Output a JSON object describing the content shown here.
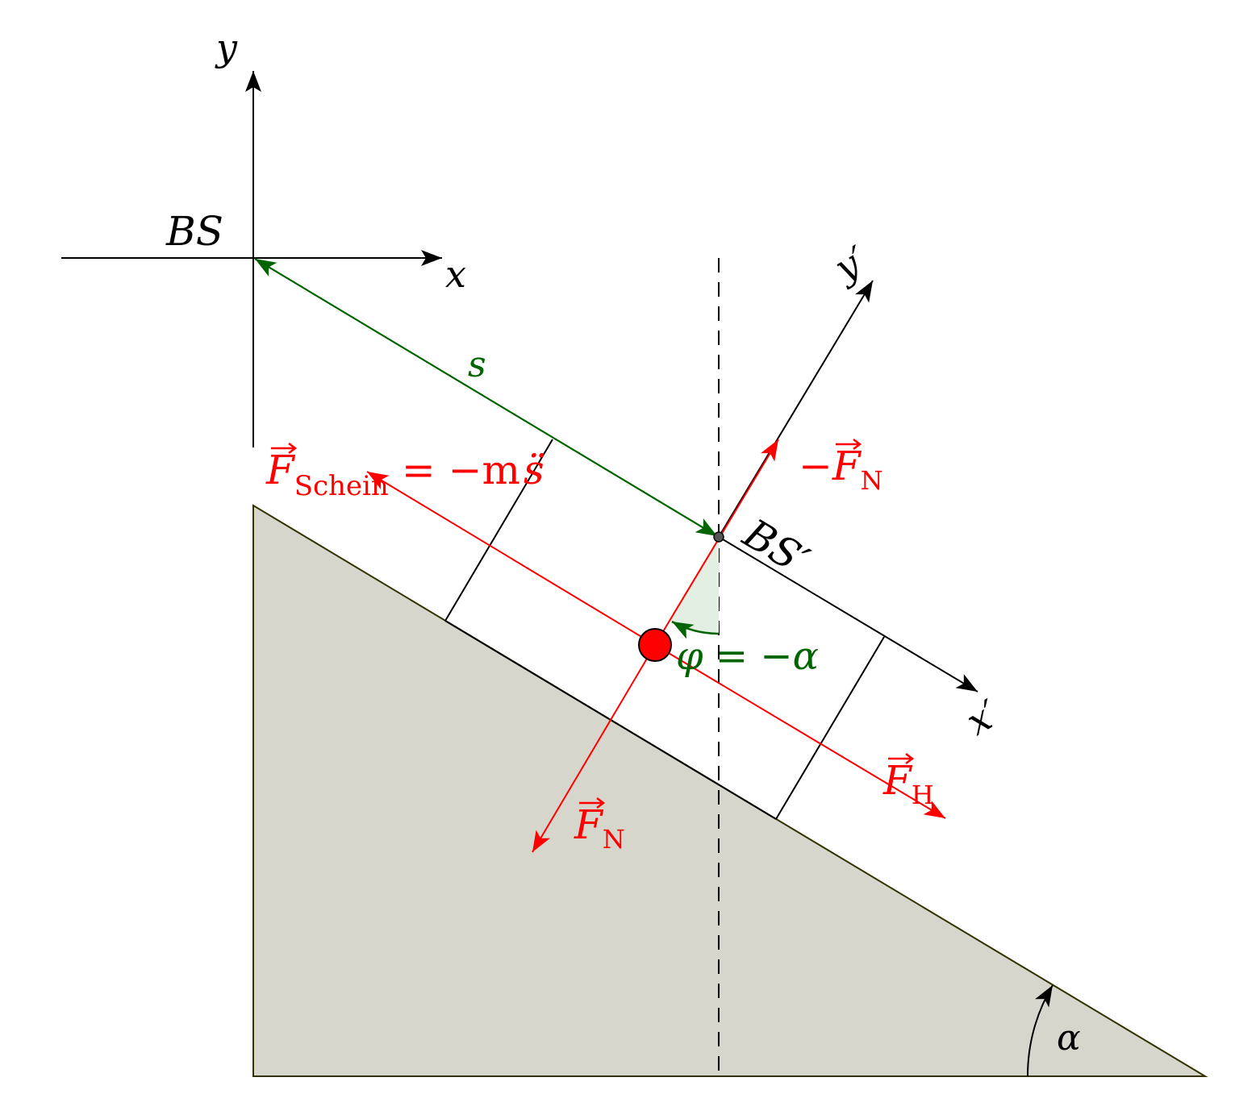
{
  "colors": {
    "force": "#ff0000",
    "path": "#006400",
    "ground": "#d6d6cc",
    "axis": "#000000"
  },
  "labels": {
    "y": "y",
    "x": "x",
    "bs": "BS",
    "bs_prime": "BS′",
    "x_prime": "x′",
    "y_prime": "y′",
    "s": "s",
    "alpha": "α",
    "phi": "φ = −α",
    "f_schein": {
      "symbol": "F",
      "sub": "Schein",
      "rhs": "= −m",
      "acc": "s̈"
    },
    "minus_fn": {
      "prefix": "−",
      "symbol": "F",
      "sub": "N"
    },
    "fn": {
      "symbol": "F",
      "sub": "N"
    },
    "fh": {
      "symbol": "F",
      "sub": "H"
    }
  }
}
